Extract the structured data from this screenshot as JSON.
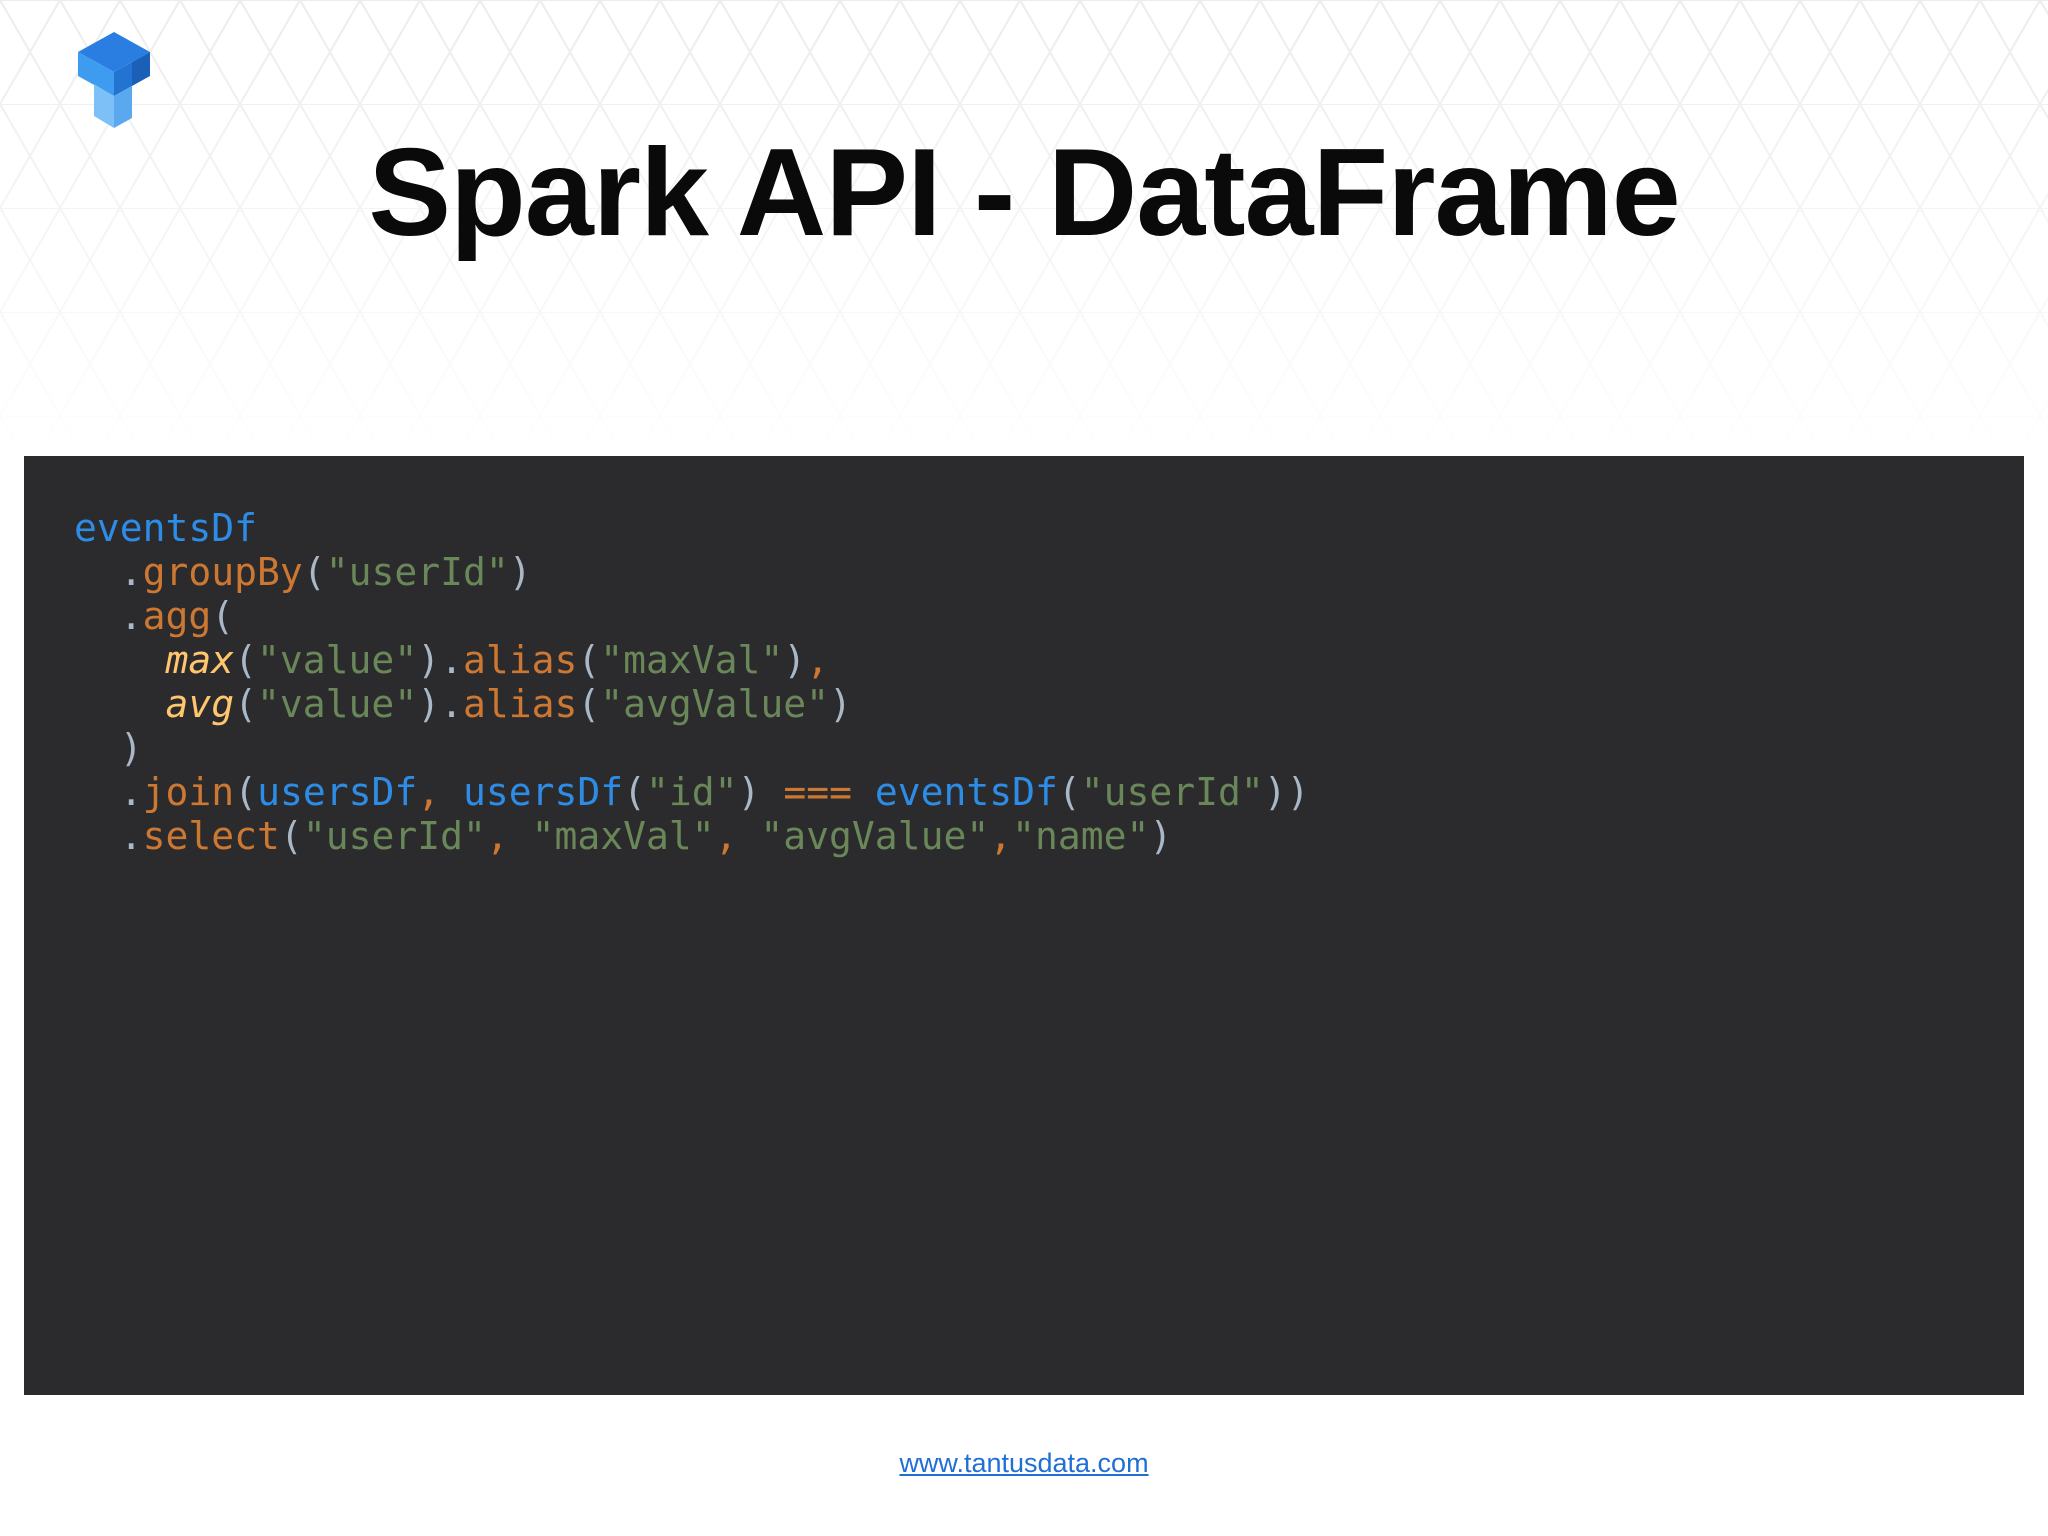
{
  "slide": {
    "title": "Spark API - DataFrame",
    "footer_link": "www.tantusdata.com"
  },
  "colors": {
    "code_background": "#2b2b2d",
    "identifier": "#2d8ce6",
    "method": "#cc7832",
    "string": "#6a8759",
    "function": "#ffc66d",
    "punctuation": "#a9b7c6",
    "link": "#1f6fd6",
    "logo_blue": "#1e88e5"
  },
  "icons": {
    "logo": "tantusdata-cube-logo-icon"
  },
  "code": {
    "language": "scala",
    "lines": [
      [
        {
          "t": "eventsDf",
          "k": "var"
        }
      ],
      [
        {
          "t": "  ",
          "k": "punct"
        },
        {
          "t": ".",
          "k": "punct"
        },
        {
          "t": "groupBy",
          "k": "method"
        },
        {
          "t": "(",
          "k": "punct"
        },
        {
          "t": "\"userId\"",
          "k": "string"
        },
        {
          "t": ")",
          "k": "punct"
        }
      ],
      [
        {
          "t": "  ",
          "k": "punct"
        },
        {
          "t": ".",
          "k": "punct"
        },
        {
          "t": "agg",
          "k": "method"
        },
        {
          "t": "(",
          "k": "punct"
        }
      ],
      [
        {
          "t": "    ",
          "k": "punct"
        },
        {
          "t": "max",
          "k": "func"
        },
        {
          "t": "(",
          "k": "punct"
        },
        {
          "t": "\"value\"",
          "k": "string"
        },
        {
          "t": ").",
          "k": "punct"
        },
        {
          "t": "alias",
          "k": "method"
        },
        {
          "t": "(",
          "k": "punct"
        },
        {
          "t": "\"maxVal\"",
          "k": "string"
        },
        {
          "t": ")",
          "k": "punct"
        },
        {
          "t": ",",
          "k": "op"
        }
      ],
      [
        {
          "t": "    ",
          "k": "punct"
        },
        {
          "t": "avg",
          "k": "func"
        },
        {
          "t": "(",
          "k": "punct"
        },
        {
          "t": "\"value\"",
          "k": "string"
        },
        {
          "t": ").",
          "k": "punct"
        },
        {
          "t": "alias",
          "k": "method"
        },
        {
          "t": "(",
          "k": "punct"
        },
        {
          "t": "\"avgValue\"",
          "k": "string"
        },
        {
          "t": ")",
          "k": "punct"
        }
      ],
      [
        {
          "t": "  ",
          "k": "punct"
        },
        {
          "t": ")",
          "k": "punct"
        }
      ],
      [
        {
          "t": "  ",
          "k": "punct"
        },
        {
          "t": ".",
          "k": "punct"
        },
        {
          "t": "join",
          "k": "method"
        },
        {
          "t": "(",
          "k": "punct"
        },
        {
          "t": "usersDf",
          "k": "var"
        },
        {
          "t": ", ",
          "k": "op"
        },
        {
          "t": "usersDf",
          "k": "var"
        },
        {
          "t": "(",
          "k": "punct"
        },
        {
          "t": "\"id\"",
          "k": "string"
        },
        {
          "t": ") ",
          "k": "punct"
        },
        {
          "t": "===",
          "k": "op"
        },
        {
          "t": " ",
          "k": "punct"
        },
        {
          "t": "eventsDf",
          "k": "var"
        },
        {
          "t": "(",
          "k": "punct"
        },
        {
          "t": "\"userId\"",
          "k": "string"
        },
        {
          "t": "))",
          "k": "punct"
        }
      ],
      [
        {
          "t": "  ",
          "k": "punct"
        },
        {
          "t": ".",
          "k": "punct"
        },
        {
          "t": "select",
          "k": "method"
        },
        {
          "t": "(",
          "k": "punct"
        },
        {
          "t": "\"userId\"",
          "k": "string"
        },
        {
          "t": ", ",
          "k": "op"
        },
        {
          "t": "\"maxVal\"",
          "k": "string"
        },
        {
          "t": ", ",
          "k": "op"
        },
        {
          "t": "\"avgValue\"",
          "k": "string"
        },
        {
          "t": ",",
          "k": "op"
        },
        {
          "t": "\"name\"",
          "k": "string"
        },
        {
          "t": ")",
          "k": "punct"
        }
      ]
    ]
  }
}
